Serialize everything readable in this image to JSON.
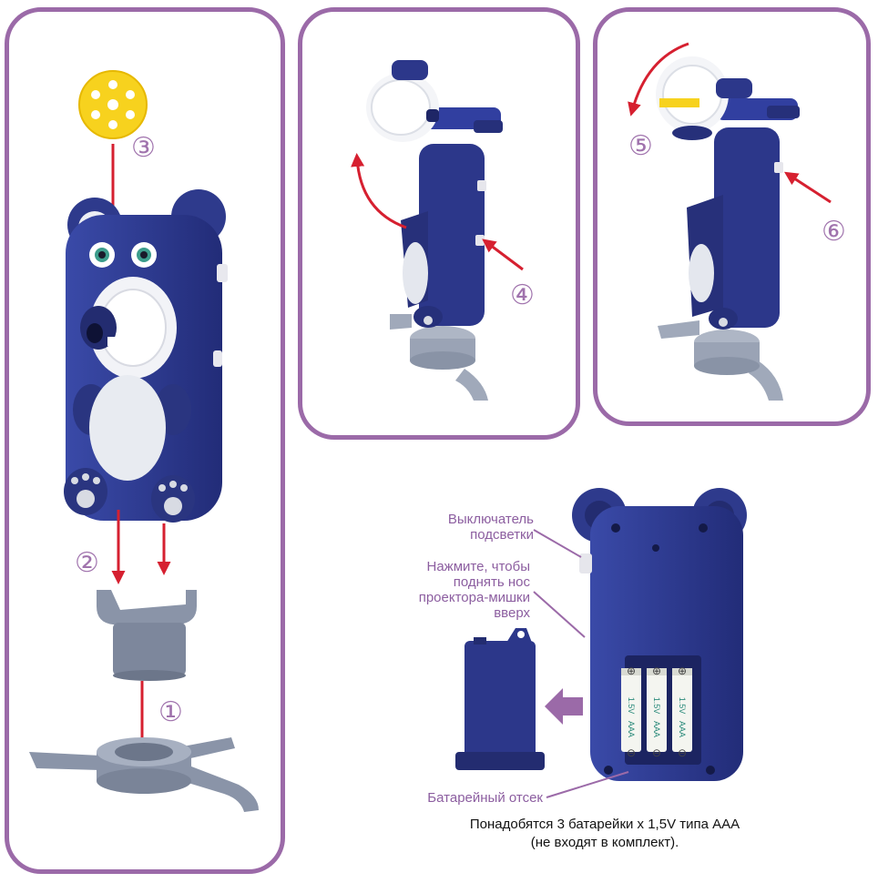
{
  "steps": {
    "s1": "①",
    "s2": "②",
    "s3": "③",
    "s4": "④",
    "s5": "⑤",
    "s6": "⑥"
  },
  "callouts": {
    "light_switch_l1": "Выключатель",
    "light_switch_l2": "подсветки",
    "press_nose_l1": "Нажмите, чтобы",
    "press_nose_l2": "поднять нос",
    "press_nose_l3": "проектора-мишки",
    "press_nose_l4": "вверх",
    "battery_compartment": "Батарейный отсек"
  },
  "battery": {
    "voltage": "1.5V",
    "type": "AAA",
    "plus": "⊕",
    "minus": "⊖"
  },
  "note": {
    "line1": "Понадобятся 3 батарейки х 1,5V типа ААА",
    "line2": "(не входят в комплект)."
  },
  "colors": {
    "panel_border": "#9b6aa8",
    "bear_blue": "#2e3a8c",
    "arrow_red": "#d62030",
    "callout_purple": "#8c5ea0",
    "stand_grey": "#8a94a8",
    "disc_yellow": "#f7d21e"
  }
}
